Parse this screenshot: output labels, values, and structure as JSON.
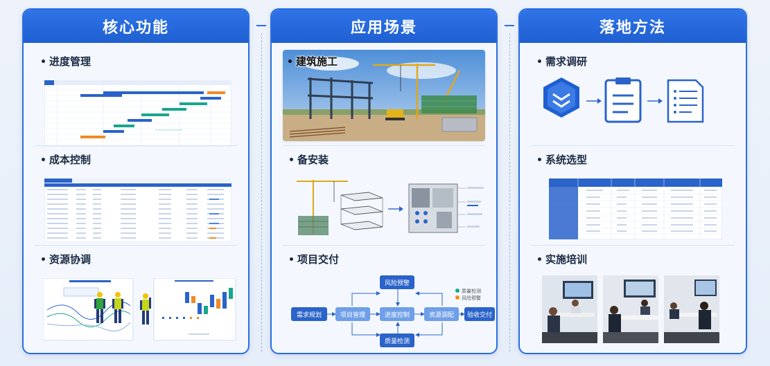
{
  "columns": [
    {
      "title": "核心功能",
      "sections": [
        {
          "title": "进度管理"
        },
        {
          "title": "成本控制"
        },
        {
          "title": "资源协调"
        }
      ]
    },
    {
      "title": "应用场景",
      "sections": [
        {
          "title": "建筑施工"
        },
        {
          "title": "备安装"
        },
        {
          "title": "项目交付"
        }
      ]
    },
    {
      "title": "落地方法",
      "sections": [
        {
          "title": "需求调研"
        },
        {
          "title": "系统选型"
        },
        {
          "title": "实施培训"
        }
      ]
    }
  ],
  "delivery_flow": {
    "nodes": [
      "需求规划",
      "项目管理",
      "进度控制",
      "资源调配",
      "验收交付",
      "风险预警",
      "质量检测"
    ],
    "legend": [
      "质量检测",
      "风险预警"
    ]
  },
  "colors": {
    "primary": "#2a6de0",
    "header": "#1f5fd1",
    "gantt_blue": "#2a63c9",
    "gantt_teal": "#19a58f",
    "gantt_orange": "#f08a24"
  }
}
